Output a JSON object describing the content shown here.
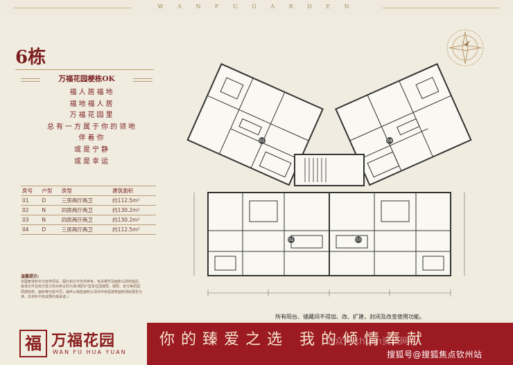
{
  "header": {
    "brand_en": "W A N F U G A R D E N"
  },
  "building": {
    "title": "6栋",
    "tagline": "万福花园梗栋OK"
  },
  "poem": [
    "福人居福地",
    "福地福人居",
    "万福花园里",
    "总有一方属于你的领地",
    "伴着你",
    "或是宁静",
    "或是幸运"
  ],
  "room_table": {
    "headers": [
      "房号",
      "户型",
      "房型",
      "建筑面积"
    ],
    "rows": [
      [
        "01",
        "D",
        "三房两厅两卫",
        "约112.5m²"
      ],
      [
        "02",
        "N",
        "四房两厅两卫",
        "约130.2m²"
      ],
      [
        "03",
        "N",
        "四房两厅两卫",
        "约130.2m²"
      ],
      [
        "04",
        "D",
        "三房两厅两卫",
        "约112.5m²"
      ]
    ]
  },
  "notice": {
    "title": "温馨提示:",
    "lines": [
      "本图册资料仅为宣传而设，图片和文字仅供参考，有关细节及面积以政府最后",
      "批准文件及双方签订的买卖合同为准(相同户型单位因楼层、楼层、单元等原因",
      "局部结构、面积等可能不同，最终以销售面积以深圳市房屋建筑面积测绘报告为",
      "准，本资料不构成要约或承诺。)"
    ]
  },
  "floor_plan": {
    "unit_labels": [
      "01",
      "02",
      "03",
      "04"
    ],
    "note": "所有阳台、储藏间不得加、改、扩建，封闭及改变使用功能。"
  },
  "footer": {
    "logo_cn": "万福花园",
    "logo_en": "WAN FU HUA YUAN",
    "logo_seal": "福",
    "slogan": "你的臻爱之选 我的倾情奉献",
    "watermark_1": "公众号·thuan资讯网",
    "watermark_2": "搜狐号@搜狐焦点钦州站"
  },
  "colors": {
    "accent": "#7a1f1f",
    "band": "#9c1a22",
    "paper": "#f1ece0"
  }
}
